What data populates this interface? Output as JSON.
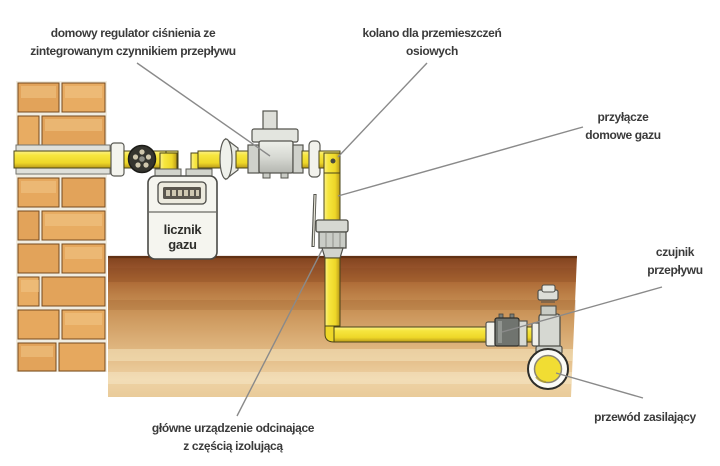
{
  "labels": {
    "regulator": "domowy regulator ciśnienia ze\nzintegrowanym czynnikiem przepływu",
    "kolano": "kolano dla przemieszczeń\nosiowych",
    "przylacze": "przyłącze\ndomowe gazu",
    "czujnik": "czujnik\nprzepływu",
    "przewod": "przewód zasilający",
    "glowne": "główne urządzenie odcinające\nz częścią izolującą"
  },
  "meter": {
    "label": "licznik\ngazu"
  },
  "colors": {
    "pipe_yellow": "#F2DF35",
    "pipe_shadow": "#B99A1A",
    "brick": "#E2A35A",
    "brick_outline": "#774A1E",
    "earth_top": "#7F421D",
    "earth_mid": "#CC975C",
    "earth_light": "#EED2A4",
    "metal_gray": "#D7D9D3",
    "leader_line": "#8A8A8A",
    "label_text": "#3A3A3A"
  }
}
